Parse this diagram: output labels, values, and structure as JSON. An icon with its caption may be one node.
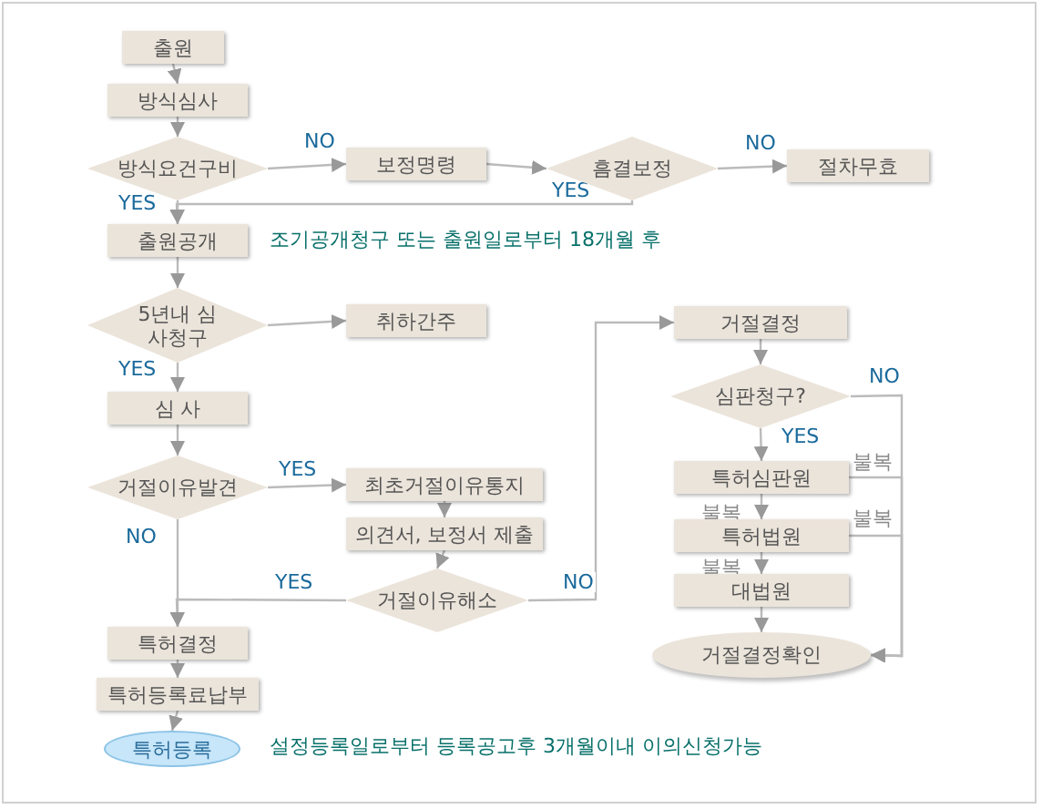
{
  "diagram": {
    "nodes": [
      {
        "text": [
          "출원"
        ]
      },
      {
        "text": [
          "방식심사"
        ]
      },
      {
        "text": [
          "방식요건구비"
        ]
      },
      {
        "text": [
          "보정명령"
        ]
      },
      {
        "text": [
          "흠결보정"
        ]
      },
      {
        "text": [
          "절차무효"
        ]
      },
      {
        "text": [
          "출원공개"
        ],
        "beside": [
          "조기공개청구 또는 출원일로부터 18개월 후"
        ]
      },
      {
        "text": [
          "5년내 심사청구"
        ]
      },
      {
        "text": [
          "취하간주"
        ]
      },
      {
        "text": [
          "심 사"
        ]
      },
      {
        "text": [
          "거절이유발견"
        ]
      },
      {
        "text": [
          "최초거절이유통지"
        ]
      },
      {
        "text": [
          "의견서, 보정서 제출"
        ]
      },
      {
        "text": [
          "거절이유해소"
        ]
      },
      {
        "text": [
          "특허결정"
        ]
      },
      {
        "text": [
          "특허등록료납부"
        ]
      },
      {
        "text": [
          "특허등록"
        ],
        "beside": [
          "설정등록일로부터 등록공고후 3개월이내 이의신청가능"
        ]
      },
      {
        "text": [
          "거절결정"
        ]
      },
      {
        "text": [
          "심판청구?"
        ]
      },
      {
        "text": [
          "특허심판원"
        ]
      },
      {
        "text": [
          "특허법원"
        ]
      },
      {
        "text": [
          "대법원"
        ]
      },
      {
        "text": [
          "거절결정확인"
        ]
      }
    ],
    "edges": [
      {
        "from": 0,
        "to": 1,
        "arrow": "to"
      },
      {
        "from": 1,
        "to": 2,
        "arrow": "to"
      },
      {
        "from": 2,
        "to": 3,
        "arrow": "to",
        "label": "NO"
      },
      {
        "from": 3,
        "to": 4,
        "arrow": "to"
      },
      {
        "from": 4,
        "to": 5,
        "arrow": "to",
        "label": "NO"
      },
      {
        "from": 2,
        "to": 6,
        "arrow": "to",
        "label": "YES"
      },
      {
        "from": 4,
        "to": 6,
        "arrow": "to",
        "label": "YES"
      },
      {
        "from": 6,
        "to": 7,
        "arrow": "to"
      },
      {
        "from": 7,
        "to": 8,
        "arrow": "to"
      },
      {
        "from": 7,
        "to": 9,
        "arrow": "to",
        "label": "YES"
      },
      {
        "from": 9,
        "to": 10,
        "arrow": "to"
      },
      {
        "from": 10,
        "to": 11,
        "arrow": "to",
        "label": "YES"
      },
      {
        "from": 10,
        "to": 14,
        "arrow": "to",
        "label": "NO"
      },
      {
        "from": 11,
        "to": 12,
        "arrow": "to"
      },
      {
        "from": 12,
        "to": 13,
        "arrow": "to"
      },
      {
        "from": 13,
        "to": 14,
        "arrow": "to",
        "label": "YES"
      },
      {
        "from": 13,
        "to": 17,
        "arrow": "to",
        "label": "NO"
      },
      {
        "from": 17,
        "to": 18,
        "arrow": "to"
      },
      {
        "from": 18,
        "to": 19,
        "arrow": "to",
        "label": "YES"
      },
      {
        "from": 19,
        "to": 20,
        "arrow": "to",
        "label": "불복"
      },
      {
        "from": 20,
        "to": 21,
        "arrow": "to",
        "label": "불복"
      },
      {
        "from": 21,
        "to": 22,
        "arrow": "to"
      },
      {
        "from": 18,
        "to": 22,
        "arrow": "to",
        "label": "NO"
      },
      {
        "from": 19,
        "to": 22,
        "arrow": "to",
        "label": "불복"
      },
      {
        "from": 20,
        "to": 22,
        "arrow": "to",
        "label": "불복"
      },
      {
        "from": 14,
        "to": 15,
        "arrow": "to"
      },
      {
        "from": 15,
        "to": 16,
        "arrow": "to"
      }
    ]
  }
}
